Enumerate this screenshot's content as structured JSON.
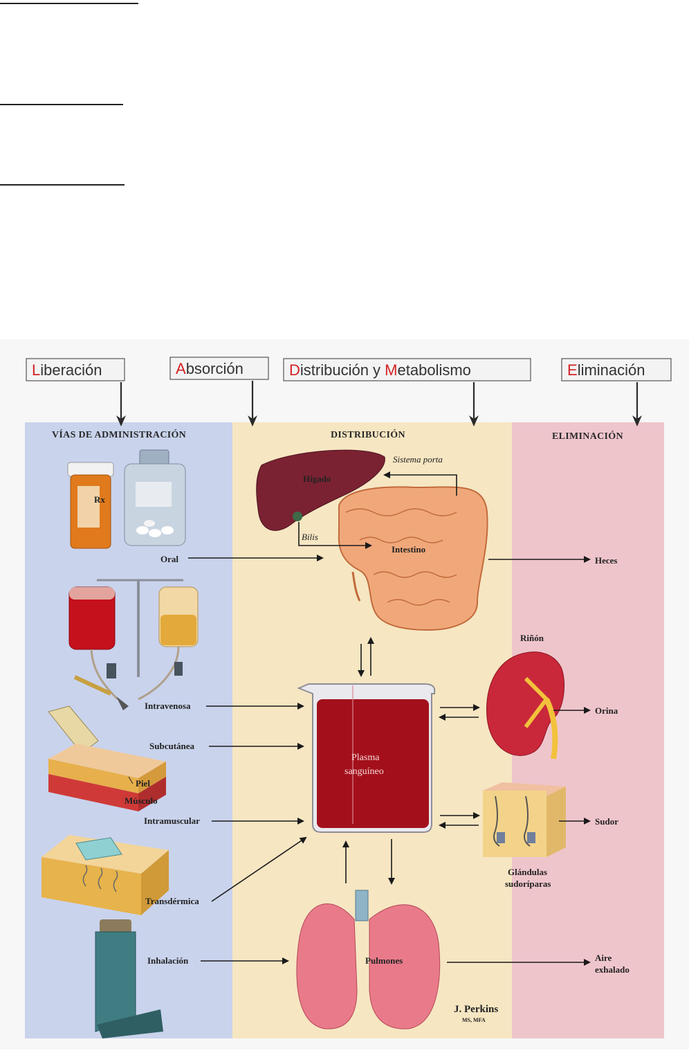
{
  "headers": {
    "liberacion": {
      "first": "L",
      "rest": "iberación"
    },
    "absorcion": {
      "first": "A",
      "rest": "bsorción"
    },
    "distribucion_metabolismo": {
      "first": "D",
      "middle": "istribución y ",
      "second": "M",
      "rest": "etabolismo"
    },
    "eliminacion": {
      "first": "E",
      "rest": "liminación"
    }
  },
  "columns": {
    "vias": "VÍAS DE ADMINISTRACIÓN",
    "distribucion": "DISTRIBUCIÓN",
    "eliminacion": "ELIMINACIÓN"
  },
  "routes": {
    "oral": "Oral",
    "intravenosa": "Intravenosa",
    "subcutanea": "Subcutánea",
    "intramuscular": "Intramuscular",
    "transdermica": "Transdérmica",
    "inhalacion": "Inhalación"
  },
  "organs": {
    "higado": "Hígado",
    "sistema_porta": "Sistema porta",
    "bilis": "Bilis",
    "intestino": "Intestino",
    "plasma_1": "Plasma",
    "plasma_2": "sanguíneo",
    "pulmones": "Pulmones",
    "rinon": "Riñón",
    "glandulas_1": "Glándulas",
    "glandulas_2": "sudoríparas",
    "piel": "Piel",
    "musculo": "Músculo",
    "rx": "Rx"
  },
  "outputs": {
    "heces": "Heces",
    "orina": "Orina",
    "sudor": "Sudor",
    "aire_1": "Aire",
    "aire_2": "exhalado"
  },
  "signature": {
    "name": "J. Perkins",
    "credentials": "MS, MFA"
  },
  "colors": {
    "vias_bg": "#c9d3ec",
    "distribucion_bg": "#f6e6c2",
    "eliminacion_bg": "#efc5cc",
    "letter_accent": "#d32222",
    "plasma": "#a3101c"
  }
}
